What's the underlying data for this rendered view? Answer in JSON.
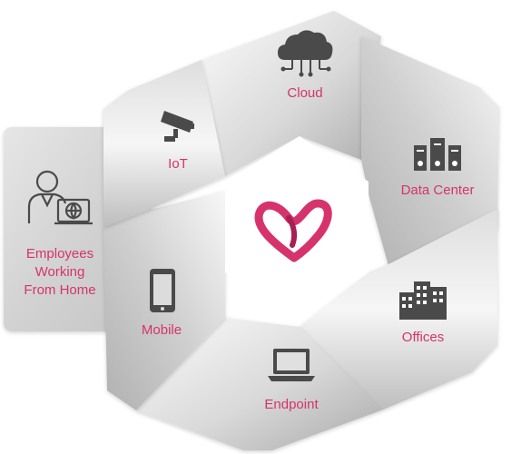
{
  "diagram": {
    "colors": {
      "accent": "#d6336c",
      "icon": "#4a4a4a",
      "segment_light": "#f2f2f2",
      "segment_dark": "#b9b9b9",
      "center": "#ffffff"
    },
    "center_logo": "infinity-heart-logo",
    "segments": [
      {
        "id": "cloud",
        "label": "Cloud",
        "icon": "cloud-network-icon"
      },
      {
        "id": "data-center",
        "label": "Data Center",
        "icon": "server-rack-icon"
      },
      {
        "id": "offices",
        "label": "Offices",
        "icon": "office-building-icon"
      },
      {
        "id": "endpoint",
        "label": "Endpoint",
        "icon": "laptop-icon"
      },
      {
        "id": "mobile",
        "label": "Mobile",
        "icon": "smartphone-icon"
      },
      {
        "id": "iot",
        "label": "IoT",
        "icon": "security-camera-icon"
      }
    ],
    "highlight": {
      "label_lines": [
        "Employees",
        "Working",
        "From Home"
      ],
      "icon": "remote-worker-icon"
    }
  }
}
